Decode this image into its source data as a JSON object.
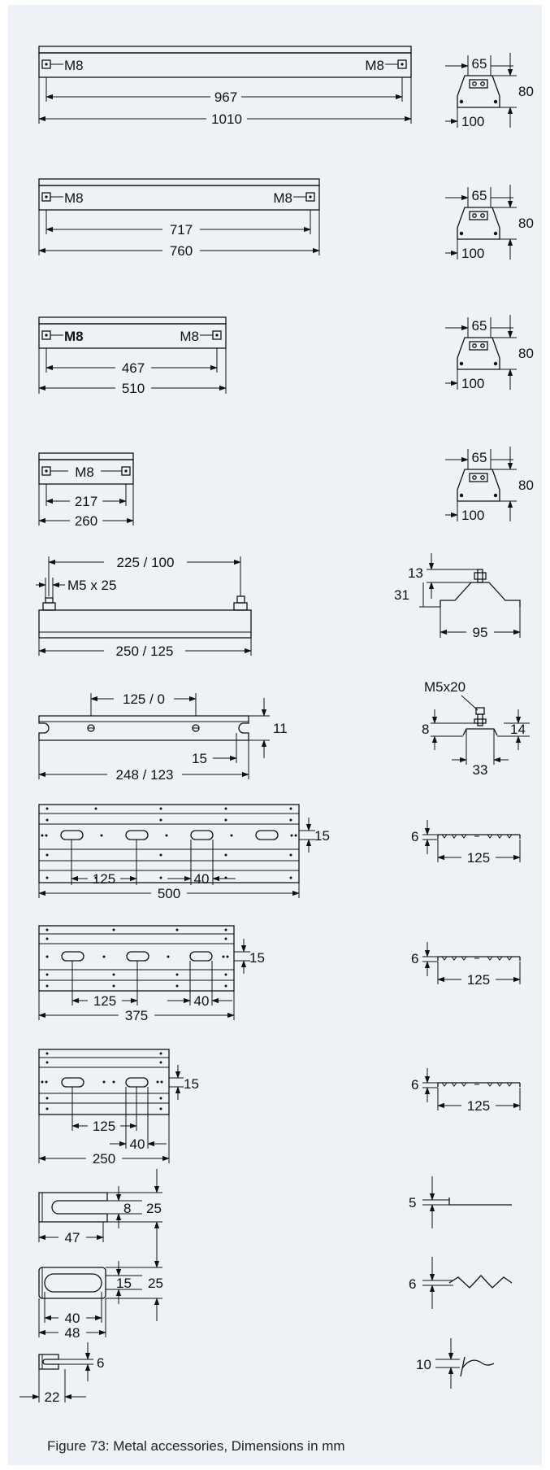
{
  "figure": {
    "caption": "Figure 73: Metal accessories, Dimensions in mm"
  },
  "rails": [
    {
      "thread_left": "M8",
      "thread_right": "M8",
      "inner": "967",
      "outer": "1010",
      "end": {
        "top": "65",
        "height": "80",
        "base": "100"
      }
    },
    {
      "thread_left": "M8",
      "thread_right": "M8",
      "inner": "717",
      "outer": "760",
      "end": {
        "top": "65",
        "height": "80",
        "base": "100"
      }
    },
    {
      "thread_left": "M8",
      "thread_right": "M8",
      "inner": "467",
      "outer": "510",
      "end": {
        "top": "65",
        "height": "80",
        "base": "100"
      }
    },
    {
      "thread": "M8",
      "inner": "217",
      "outer": "260",
      "end": {
        "top": "65",
        "height": "80",
        "base": "100"
      }
    }
  ],
  "bolt_rail": {
    "spacing": "225 / 100",
    "bolt": "M5 x 25",
    "length": "250 / 125",
    "profile": {
      "top": "13",
      "height": "31",
      "width": "95"
    }
  },
  "slotted_rail": {
    "spacing": "125 / 0",
    "height": "11",
    "end_gap": "15",
    "length": "248 / 123",
    "profile": {
      "bolt": "M5x20",
      "height": "8",
      "side": "14",
      "width": "33"
    }
  },
  "plates": [
    {
      "thickness": "15",
      "pitch": "125",
      "slot": "40",
      "length": "500",
      "profile": {
        "height": "6",
        "width": "125"
      }
    },
    {
      "thickness": "15",
      "pitch": "125",
      "slot": "40",
      "length": "375",
      "profile": {
        "height": "6",
        "width": "125"
      }
    },
    {
      "thickness": "15",
      "pitch": "125",
      "slot": "40",
      "length": "250",
      "profile": {
        "height": "6",
        "width": "125"
      }
    }
  ],
  "clips": [
    {
      "slot": "8",
      "width": "25",
      "length": "47",
      "profile": {
        "thickness": "5"
      }
    },
    {
      "slot": "15",
      "width": "25",
      "inner": "40",
      "outer": "48",
      "profile": {
        "thickness": "6"
      }
    },
    {
      "width": "6",
      "length": "22",
      "profile": {
        "thickness": "10"
      }
    }
  ]
}
